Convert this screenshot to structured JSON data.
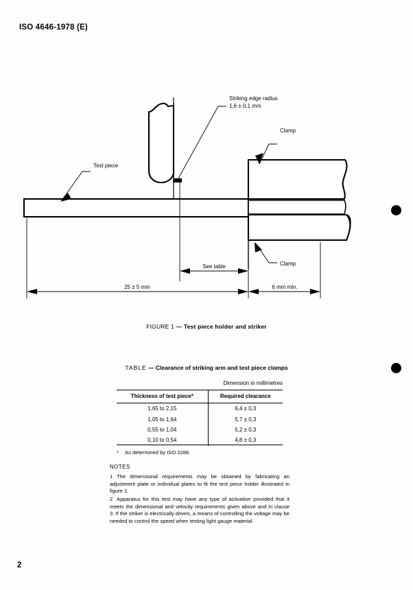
{
  "document": {
    "header": "ISO 4646-1978 (E)",
    "page_number": "2"
  },
  "figure": {
    "caption_label": "FIGURE 1",
    "caption_dash": "—",
    "caption_title": "Test piece holder and striker",
    "labels": {
      "striking_edge_radius_line1": "Striking edge radius",
      "striking_edge_radius_line2": "1,6 ± 0,1 mm",
      "clamp_upper": "Clamp",
      "clamp_lower": "Clamp",
      "test_piece": "Test piece",
      "see_table": "See table",
      "dim_left": "25 ± 5 mm",
      "dim_right": "6 mm min."
    }
  },
  "table": {
    "caption_label": "TABLE",
    "caption_dash": "—",
    "caption_title": "Clearance of striking arm and test piece clamps",
    "dimension_note": "Dimension in millimetres",
    "headers": [
      "Thickness of test piece*",
      "Required clearance"
    ],
    "rows": [
      [
        "1,65 to 2,15",
        "6,4 ± 0,3"
      ],
      [
        "1,05 to 1,64",
        "5,7 ± 0,3"
      ],
      [
        "0,55 to 1,04",
        "5,2 ± 0,3"
      ],
      [
        "0,10 to 0,54",
        "4,8 ± 0,3"
      ]
    ],
    "footnote_mark": "*",
    "footnote_text": "As determined by ISO 2286."
  },
  "notes": {
    "title": "NOTES",
    "items": [
      {
        "number": "1",
        "text": "The dimensional requirements may be obtained by fabricating an adjustment plate or individual plates to fit the test piece holder illustrated in figure 1."
      },
      {
        "number": "2",
        "text": "Apparatus for this test may have any type of activation provided that it meets the dimensional and velocity requirements given above and in clause 3. If the striker is electrically driven, a means of controlling the voltage may be needed to control the speed when testing light gauge material."
      }
    ]
  }
}
